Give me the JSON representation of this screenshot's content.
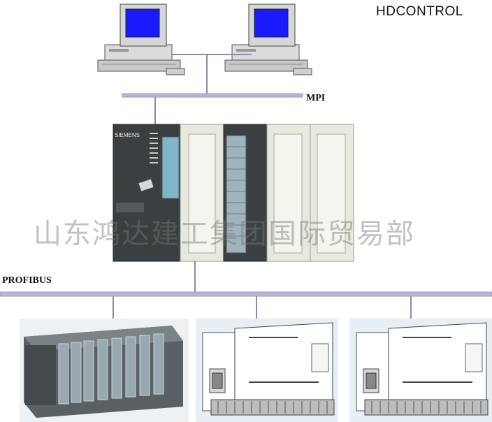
{
  "diagram": {
    "brand": "HDCONTROL",
    "mpi_label": "MPI",
    "profibus_label": "PROFIBUS",
    "watermark": "山东鸿达建工集团国际贸易部",
    "cpu_brand": "SIEMENS",
    "colors": {
      "bus": "#b8b4d8",
      "wire": "#8c8aa8",
      "monitor_screen": "#1a1aff",
      "plc_dark": "#3a3f41",
      "plc_module": "#e6e9dc",
      "plc_signal_module": "#9fb3bd"
    },
    "nodes": [
      {
        "name": "pc-1",
        "kind": "workstation"
      },
      {
        "name": "pc-2",
        "kind": "workstation"
      },
      {
        "name": "s7-300-plc",
        "kind": "plc"
      },
      {
        "name": "s7-300-rack",
        "kind": "plc"
      },
      {
        "name": "s7-200-plc-1",
        "kind": "plc"
      },
      {
        "name": "s7-200-plc-2",
        "kind": "plc"
      }
    ]
  }
}
